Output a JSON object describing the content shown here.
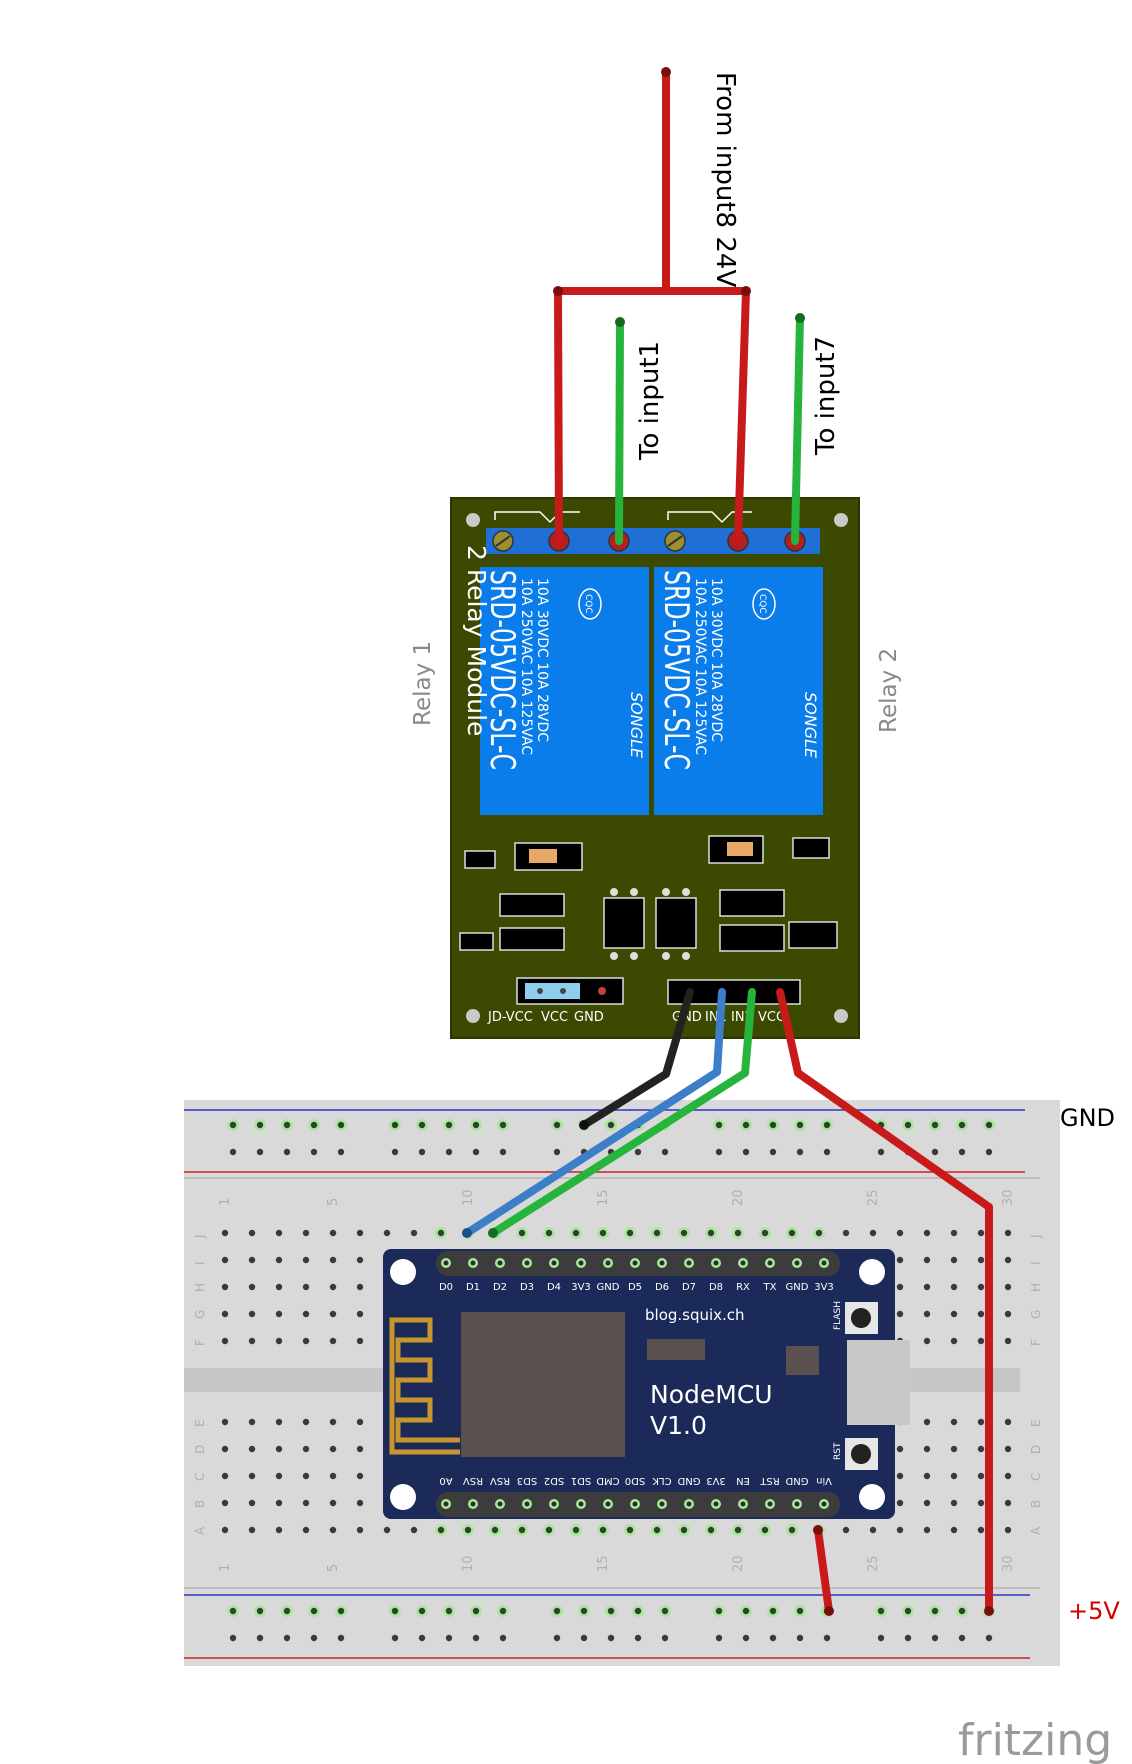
{
  "labels": {
    "from_input": "From input8 24V",
    "to_input1": "To input1",
    "to_input7": "To input7",
    "relay1": "Relay 1",
    "relay2": "Relay 2",
    "gnd": "GND",
    "plus5v": "+5V",
    "watermark": "fritzing"
  },
  "relay_module": {
    "title": "2 Relay Module",
    "relay_model": "SRD-05VDC-SL-C",
    "rating_line1": "10A 250VAC  10A 125VAC",
    "rating_line2": "10A  30VDC  10A  28VDC",
    "brand": "SONGLE",
    "cert": "CQC",
    "jumper_labels": [
      "JD-VCC",
      "VCC",
      "GND"
    ],
    "header_labels": [
      "GND",
      "IN1",
      "IN2",
      "VCC"
    ]
  },
  "nodemcu": {
    "title": "NodeMCU",
    "version": "V1.0",
    "site": "blog.squix.ch",
    "flash": "FLASH",
    "rst": "RST",
    "top_pins": [
      "D0",
      "D1",
      "D2",
      "D3",
      "D4",
      "3V3",
      "GND",
      "D5",
      "D6",
      "D7",
      "D8",
      "RX",
      "TX",
      "GND",
      "3V3"
    ],
    "bottom_pins": [
      "A0",
      "RSV",
      "RSV",
      "SD3",
      "SD2",
      "SD1",
      "CMD",
      "SD0",
      "CLK",
      "GND",
      "3V3",
      "EN",
      "RST",
      "GND",
      "Vin"
    ]
  },
  "breadboard": {
    "col_numbers": [
      "1",
      "5",
      "10",
      "15",
      "20",
      "25",
      "30"
    ],
    "row_letters_top": [
      "J",
      "I",
      "H",
      "G",
      "F"
    ],
    "row_letters_bottom": [
      "E",
      "D",
      "C",
      "B",
      "A"
    ]
  },
  "colors": {
    "wire_red": "#c8191b",
    "wire_green": "#27b43c",
    "wire_blue": "#3c7ec8",
    "wire_black": "#222222",
    "relay_pcb": "#3b4a00",
    "relay_blue": "#0a7dea",
    "nodemcu_pcb": "#1c2a5a",
    "breadboard": "#d9d9d9",
    "plus5v_text": "#d40000"
  }
}
